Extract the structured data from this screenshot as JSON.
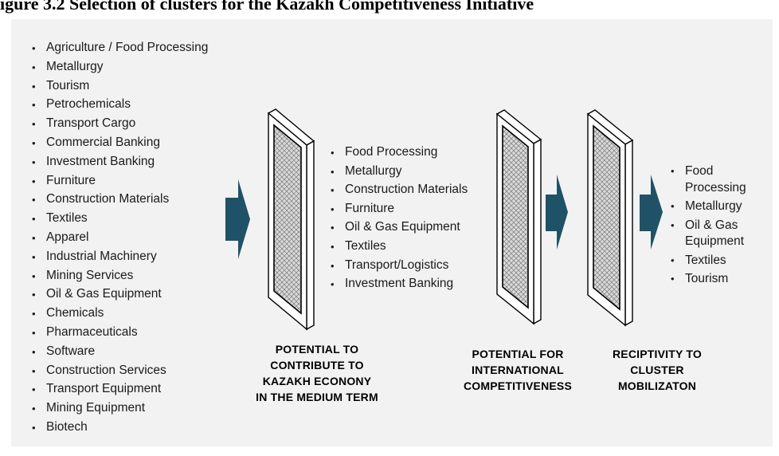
{
  "header": {
    "title": "igure 3.2 Selection of clusters for the Kazakh Competitiveness Initiative"
  },
  "all_clusters": [
    "Agriculture / Food Processing",
    "Metallurgy",
    "Tourism",
    "Petrochemicals",
    "Transport Cargo",
    "Commercial Banking",
    "Investment Banking",
    "Furniture",
    "Construction Materials",
    "Textiles",
    "Apparel",
    "Industrial Machinery",
    "Mining Services",
    "Oil & Gas Equipment",
    "Chemicals",
    "Pharmaceuticals",
    "Software",
    "Construction Services",
    "Transport Equipment",
    "Mining Equipment",
    "Biotech"
  ],
  "filters": [
    {
      "label_lines": [
        "POTENTIAL TO",
        "CONTRIBUTE TO",
        "KAZAKH ECONONY",
        "IN THE MEDIUM TERM"
      ]
    },
    {
      "label_lines": [
        "POTENTIAL FOR",
        "INTERNATIONAL",
        "COMPETITIVENESS"
      ]
    },
    {
      "label_lines": [
        "RECIPTIVITY TO",
        "CLUSTER",
        "MOBILIZATON"
      ]
    }
  ],
  "stage1_clusters": [
    "Food Processing",
    "Metallurgy",
    "Construction Materials",
    "Furniture",
    "Oil & Gas Equipment",
    "Textiles",
    "Transport/Logistics",
    "Investment Banking"
  ],
  "final_clusters": [
    "Food Processing",
    "Metallurgy",
    "Oil & Gas Equipment",
    "Textiles",
    "Tourism"
  ],
  "colors": {
    "arrow": "#1f5266",
    "panel": "#f2f2f2",
    "frame_stroke": "#000000",
    "frame_fill": "#ffffff",
    "hatch": "#8a8a8a"
  },
  "icons": {
    "arrow": "right-arrow-icon",
    "filter": "filter-screen-icon"
  }
}
